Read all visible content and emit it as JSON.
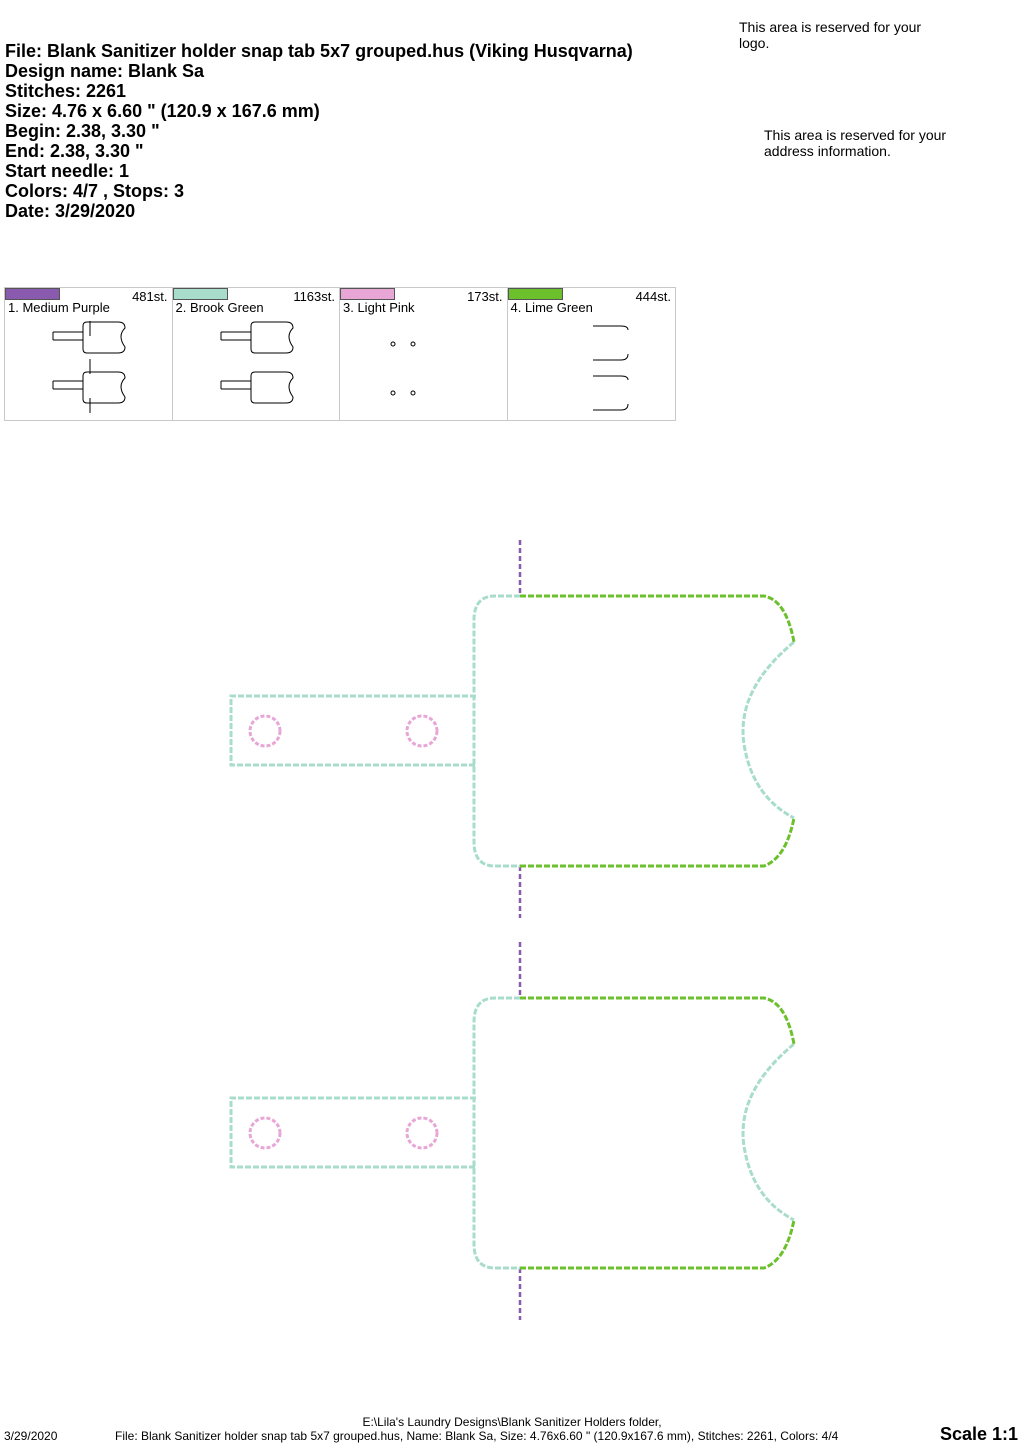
{
  "header": {
    "lines": [
      "File: Blank Sanitizer holder snap tab 5x7 grouped.hus  (Viking Husqvarna)",
      "Design name: Blank Sa",
      "Stitches: 2261",
      "Size: 4.76 x 6.60 \" (120.9 x 167.6 mm)",
      "Begin: 2.38, 3.30 \"",
      "End: 2.38, 3.30 \"",
      "Start needle: 1",
      "Colors: 4/7 , Stops: 3",
      "Date: 3/29/2020"
    ]
  },
  "reserved": {
    "logo": "This area is reserved for your logo.",
    "address": "This area is reserved for your address information."
  },
  "colors": [
    {
      "name": "1. Medium Purple",
      "count": "481st.",
      "hex": "#8a5aae"
    },
    {
      "name": "2. Brook Green",
      "count": "1163st.",
      "hex": "#a8dccb"
    },
    {
      "name": "3. Light Pink",
      "count": "173st.",
      "hex": "#e7a6d6"
    },
    {
      "name": "4. Lime Green",
      "count": "444st.",
      "hex": "#6cc02c"
    }
  ],
  "footer": {
    "path": "E:\\Lila's Laundry Designs\\Blank Sanitizer Holders folder,",
    "file": "File: Blank Sanitizer holder snap tab 5x7 grouped.hus, Name: Blank Sa, Size: 4.76x6.60 \" (120.9x167.6 mm), Stitches: 2261, Colors: 4/4",
    "date": "3/29/2020",
    "scale": "Scale 1:1"
  }
}
